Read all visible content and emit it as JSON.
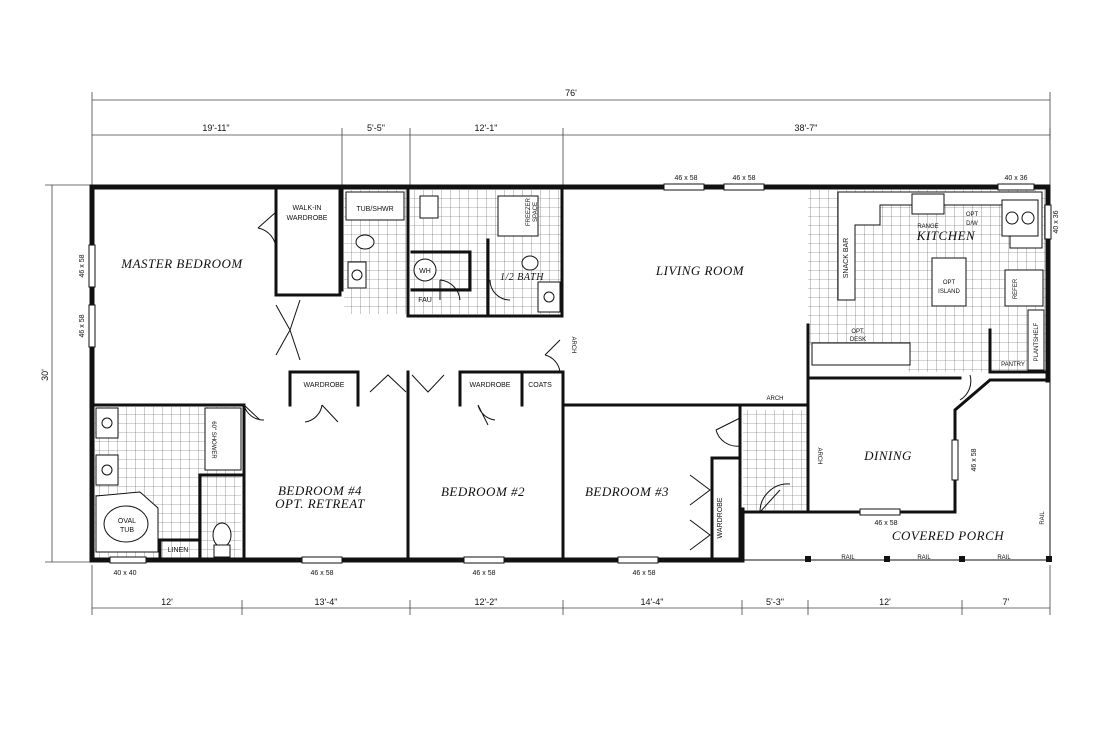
{
  "overall": {
    "width_label": "76'",
    "depth_label": "30'"
  },
  "top_dims": [
    "19'-11\"",
    "5'-5\"",
    "12'-1\"",
    "38'-7\""
  ],
  "bottom_dims": [
    "12'",
    "13'-4\"",
    "12'-2\"",
    "14'-4\"",
    "5'-3\"",
    "12'",
    "7'"
  ],
  "rooms": {
    "master_bedroom": "MASTER BEDROOM",
    "living_room": "LIVING ROOM",
    "kitchen": "KITCHEN",
    "dining": "DINING",
    "bedroom4_line1": "BEDROOM #4",
    "bedroom4_line2": "OPT. RETREAT",
    "bedroom2": "BEDROOM #2",
    "bedroom3": "BEDROOM #3",
    "covered_porch": "COVERED PORCH",
    "half_bath": "1/2 BATH"
  },
  "labels": {
    "walk_in_line1": "WALK-IN",
    "walk_in_line2": "WARDROBE",
    "tub_shwr": "TUB/SHWR",
    "wh": "WH",
    "fau": "FAU",
    "freezer_space_line1": "FREEZER",
    "freezer_space_line2": "SPACE",
    "arch": "ARCH",
    "wardrobe": "WARDROBE",
    "coats": "COATS",
    "linen": "LINEN",
    "oval_tub_line1": "OVAL",
    "oval_tub_line2": "TUB",
    "shower": "60\" SHOWER",
    "snack_bar": "SNACK BAR",
    "range": "RANGE",
    "opt_dw_line1": "OPT",
    "opt_dw_line2": "D/W",
    "opt_island_line1": "OPT",
    "opt_island_line2": "ISLAND",
    "refer": "REFER",
    "opt_desk_line1": "OPT.",
    "opt_desk_line2": "DESK",
    "pantry": "PANTRY",
    "plant_shelf": "PLANTSHELF",
    "rail": "RAIL"
  },
  "windows": {
    "w46x58": "46 x 58",
    "w40x36": "40 x 36",
    "w40x40": "40 x 40"
  }
}
